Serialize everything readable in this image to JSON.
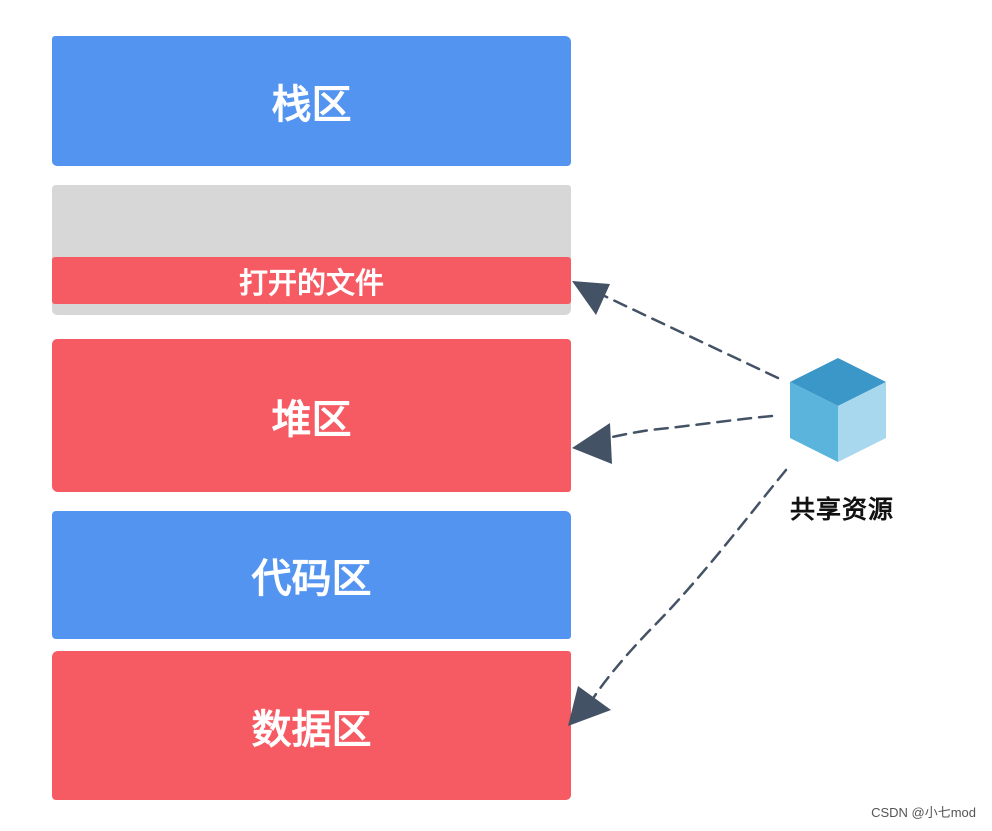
{
  "regions": {
    "stack": "栈区",
    "open_files": "打开的文件",
    "heap": "堆区",
    "code": "代码区",
    "data": "数据区"
  },
  "shared_resource": {
    "label": "共享资源",
    "icon": "cube-icon"
  },
  "watermark": "CSDN @小七mod",
  "colors": {
    "blue": "#5394f0",
    "red": "#f65a63",
    "gray": "#d8d7d8",
    "arrow": "#445266",
    "cube_top": "#3c97c9",
    "cube_left": "#5ab4dc",
    "cube_right": "#a8d8ee"
  }
}
